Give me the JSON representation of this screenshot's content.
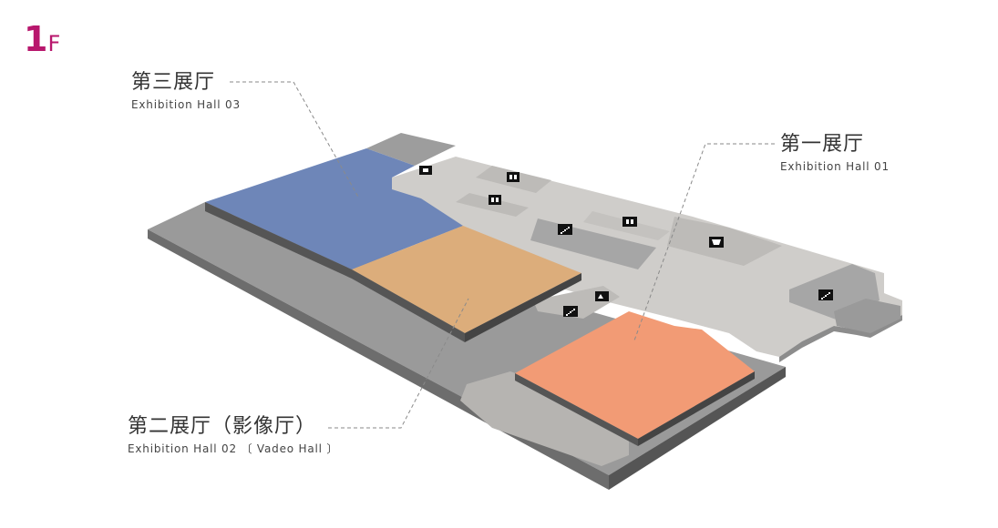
{
  "floor": {
    "number": "1",
    "suffix": "F",
    "color": "#b8176d"
  },
  "halls": {
    "hall_03": {
      "name_cn": "第三展厅",
      "name_en": "Exhibition  Hall  03",
      "color": "#6e86b8"
    },
    "hall_02": {
      "name_cn": "第二展厅（影像厅）",
      "name_en": "Exhibition  Hall  02 〔 Vadeo Hall 〕",
      "color": "#dcad7b"
    },
    "hall_01": {
      "name_cn": "第一展厅",
      "name_en": "Exhibition  Hall  01",
      "color": "#f29b75"
    }
  },
  "icons": {
    "restroom": "restroom-icon",
    "stairs": "stairs-icon",
    "elevator": "elevator-icon",
    "shop": "shop-icon"
  },
  "colors": {
    "floor_base": "#9a9a9a",
    "floor_side": "#6d6d6d",
    "corridor": "#cfcdca",
    "rooms": "#a6a6a6"
  }
}
